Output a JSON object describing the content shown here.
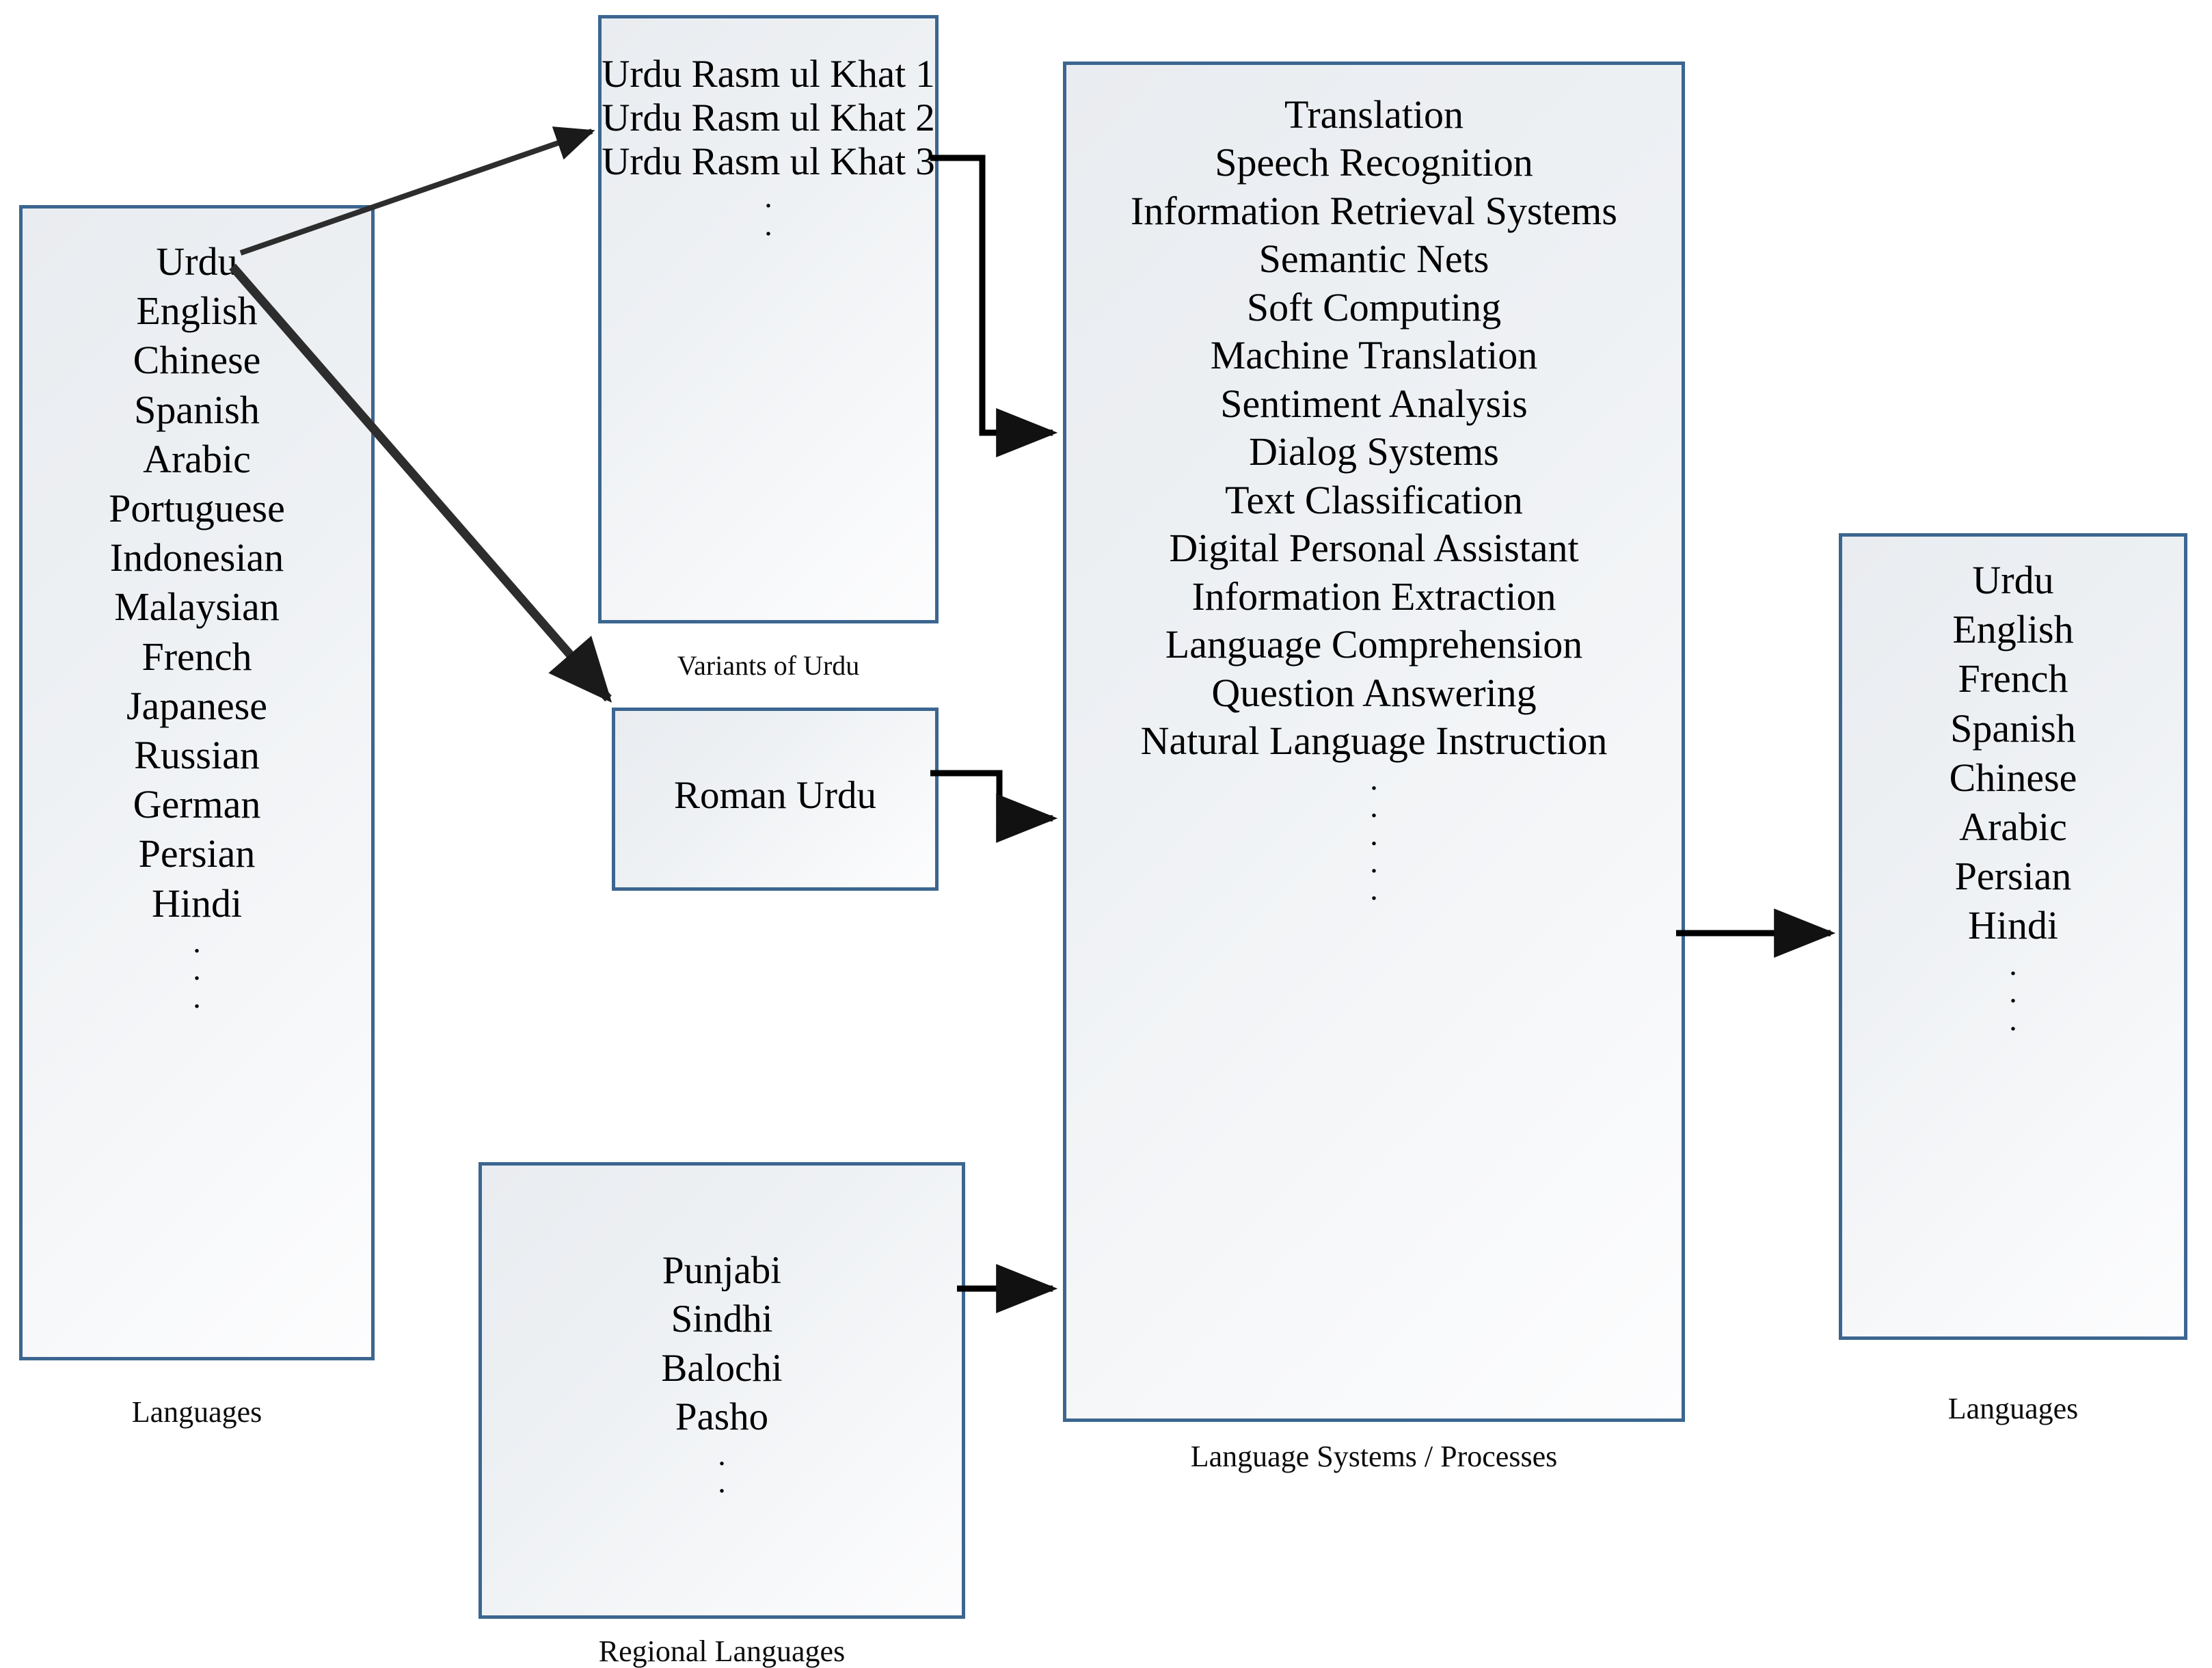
{
  "diagram": {
    "title": "Language Systems and Processes Flow",
    "accent_border_color": "#3c6690",
    "box_fill_color": "#eceff3",
    "connector_color": "#000000"
  },
  "boxes": {
    "languages_left": {
      "caption": "Languages",
      "items": [
        "Urdu",
        "English",
        "Chinese",
        "Spanish",
        "Arabic",
        "Portuguese",
        "Indonesian",
        "Malaysian",
        "French",
        "Japanese",
        "Russian",
        "German",
        "Persian",
        "Hindi"
      ],
      "ellipsis_dots": 3
    },
    "variants_of_urdu": {
      "caption": "Variants of Urdu",
      "items": [
        "Urdu Rasm ul Khat 1",
        "Urdu Rasm ul Khat 2",
        "Urdu Rasm ul Khat 3"
      ],
      "ellipsis_dots": 2
    },
    "roman_urdu": {
      "caption": "",
      "items": [
        "Roman Urdu"
      ],
      "ellipsis_dots": 0
    },
    "regional_languages": {
      "caption": "Regional Languages",
      "items": [
        "Punjabi",
        "Sindhi",
        "Balochi",
        "Pasho"
      ],
      "ellipsis_dots": 2
    },
    "language_systems": {
      "caption": "Language Systems / Processes",
      "items": [
        "Translation",
        "Speech Recognition",
        "Information Retrieval Systems",
        "Semantic Nets",
        "Soft Computing",
        "Machine Translation",
        "Sentiment Analysis",
        "Dialog Systems",
        "Text Classification",
        "Digital Personal Assistant",
        "Information Extraction",
        "Language Comprehension",
        "Question Answering",
        "Natural Language Instruction"
      ],
      "ellipsis_dots": 5
    },
    "languages_right": {
      "caption": "Languages",
      "items": [
        "Urdu",
        "English",
        "French",
        "Spanish",
        "Chinese",
        "Arabic",
        "Persian",
        "Hindi"
      ],
      "ellipsis_dots": 3
    }
  },
  "connectors": [
    {
      "name": "urdu-to-variants",
      "from": "languages_left.Urdu",
      "to": "variants_of_urdu",
      "style": "diagonal-arrow"
    },
    {
      "name": "urdu-to-roman-urdu",
      "from": "languages_left.Urdu",
      "to": "roman_urdu",
      "style": "diagonal-arrow"
    },
    {
      "name": "variants-to-systems",
      "from": "variants_of_urdu",
      "to": "language_systems",
      "style": "elbow-arrow"
    },
    {
      "name": "roman-urdu-to-systems",
      "from": "roman_urdu",
      "to": "language_systems",
      "style": "elbow-arrow"
    },
    {
      "name": "regional-to-systems",
      "from": "regional_languages",
      "to": "language_systems",
      "style": "straight-arrow"
    },
    {
      "name": "systems-to-languages-right",
      "from": "language_systems",
      "to": "languages_right",
      "style": "straight-arrow"
    }
  ]
}
